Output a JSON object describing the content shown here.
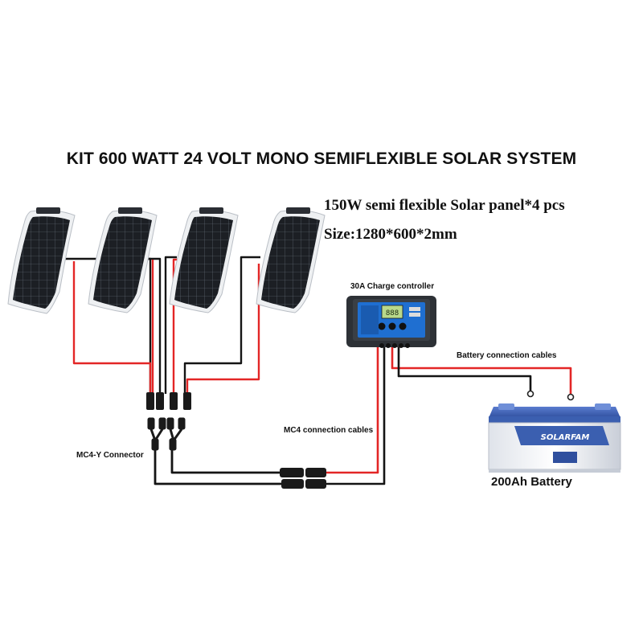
{
  "title": "KIT 600 WATT 24 VOLT MONO SEMIFLEXIBLE SOLAR SYSTEM",
  "panel_spec": "150W semi flexible Solar panel*4 pcs",
  "size_spec": "Size:1280*600*2mm",
  "labels": {
    "charge_controller": "30A Charge controller",
    "battery_cables": "Battery connection cables",
    "mc4_cables": "MC4 connection cables",
    "mc4_y": "MC4-Y Connector",
    "battery": "200Ah Battery"
  },
  "battery_brand": "SOLARFAM",
  "controller_display": "888",
  "colors": {
    "positive_wire": "#e32626",
    "negative_wire": "#141414",
    "battery_blue": "#3b5fb0",
    "controller_panel": "#1f6fd1"
  }
}
